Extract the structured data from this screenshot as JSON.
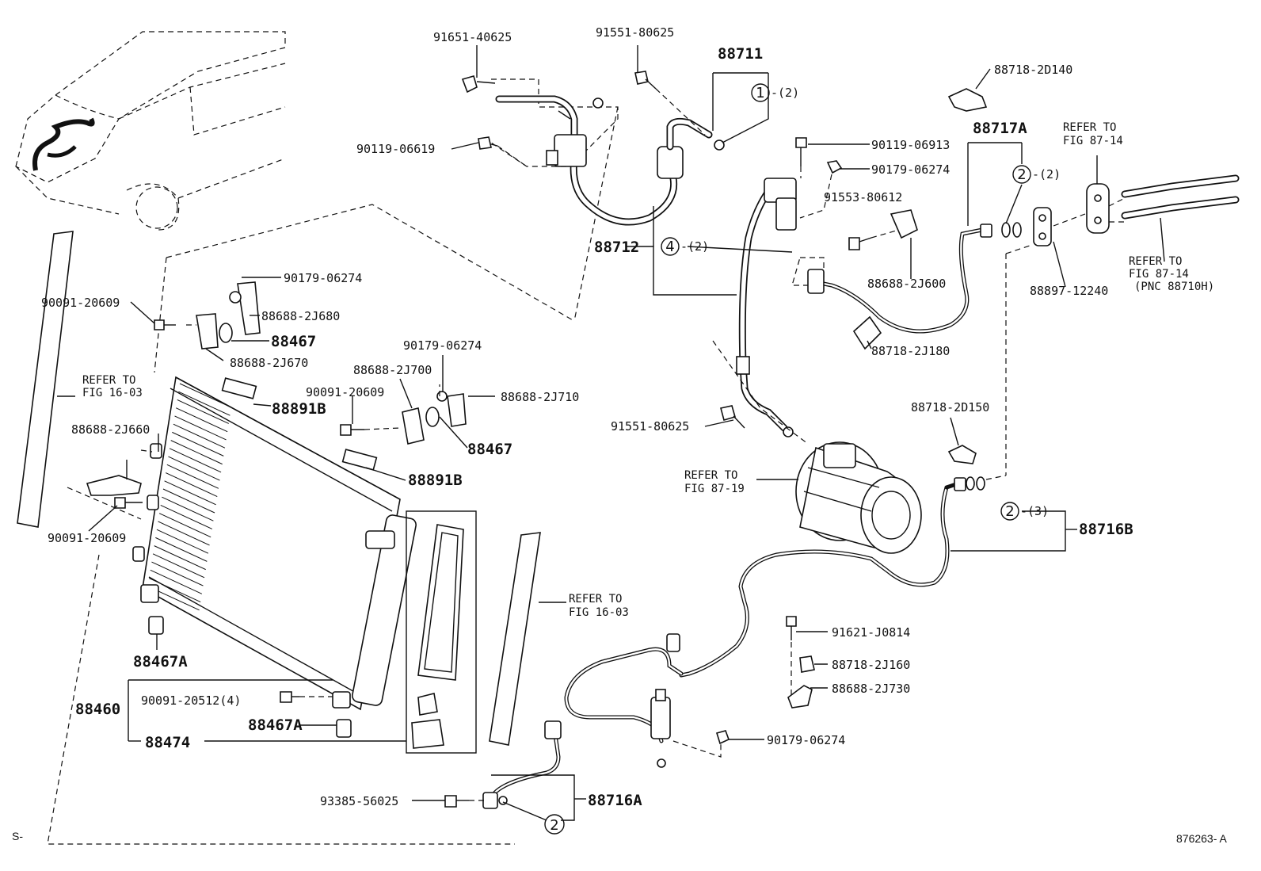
{
  "footer": {
    "left": "S-",
    "code": "876263- A"
  },
  "callouts": {
    "p91651": "91651-40625",
    "p91551a": "91551-80625",
    "p88711": "88711",
    "p90119a": "90119-06619",
    "p88718_2d140": "88718-2D140",
    "p88717a": "88717A",
    "p90119b": "90119-06913",
    "p90179a": "90179-06274",
    "p91553": "91553-80612",
    "p88712": "88712",
    "p88688_2j600": "88688-2J600",
    "p88897": "88897-12240",
    "p88718_2j180": "88718-2J180",
    "p90179b": "90179-06274",
    "p88688_2j680": "88688-2J680",
    "p90091a": "90091-20609",
    "p88467a": "88467",
    "p88688_2j670": "88688-2J670",
    "p90179c": "90179-06274",
    "p88688_2j700": "88688-2J700",
    "p88688_2j710": "88688-2J710",
    "p90091b": "90091-20609",
    "p88891b_a": "88891B",
    "p88467b": "88467",
    "p88688_2j660": "88688-2J660",
    "p88891b_b": "88891B",
    "p90091c": "90091-20609",
    "p91551b": "91551-80625",
    "p88718_2d150": "88718-2D150",
    "p88716b": "88716B",
    "p88467a_a": "88467A",
    "p88460": "88460",
    "p90091_20512": "90091-20512(4)",
    "p88467a_b": "88467A",
    "p88474": "88474",
    "p91621": "91621-J0814",
    "p88718_2j160": "88718-2J160",
    "p88688_2j730": "88688-2J730",
    "p90179d": "90179-06274",
    "p93385": "93385-56025",
    "p88716a": "88716A"
  },
  "refs": {
    "r1_l1": "REFER TO",
    "r1_l2": "FIG 87-14",
    "r2_l1": "REFER TO",
    "r2_l2": "FIG 87-14",
    "r2_l3": "(PNC 88710H)",
    "r3_l1": "REFER TO",
    "r3_l2": "FIG 16-03",
    "r4_l1": "REFER TO",
    "r4_l2": "FIG 87-19",
    "r5_l1": "REFER TO",
    "r5_l2": "FIG 16-03"
  },
  "markers": {
    "m1": "1",
    "m1q": "-(2)",
    "m2a": "2",
    "m2aq": "-(2)",
    "m4": "4",
    "m4q": "-(2)",
    "m2b": "2",
    "m2bq": "-(3)",
    "m2c": "2"
  }
}
